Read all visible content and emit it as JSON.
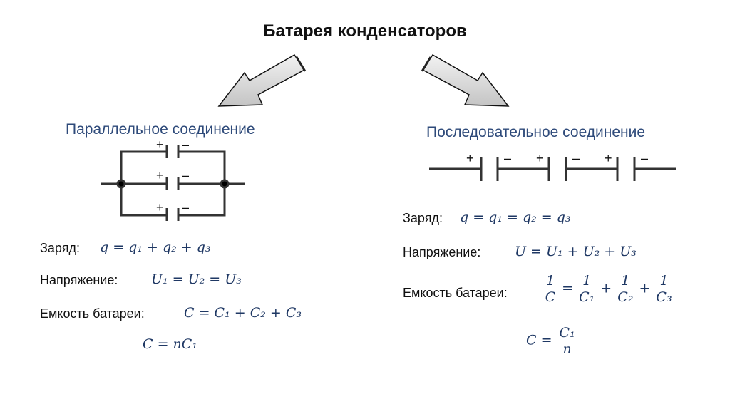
{
  "title": "Батарея конденсаторов",
  "parallel": {
    "heading": "Параллельное соединение",
    "charge_label": "Заряд:",
    "charge_formula": "q = q₁ + q₂ + q₃",
    "voltage_label": "Напряжение:",
    "voltage_formula": "U₁ = U₂ = U₃",
    "capacity_label": "Емкость батареи:",
    "capacity_formula": "C = C₁ + C₂ + C₃",
    "equal_formula": "C = nC₁",
    "plus": "+",
    "minus": "–"
  },
  "series": {
    "heading": "Последовательное соединение",
    "charge_label": "Заряд:",
    "charge_formula": "q = q₁ = q₂ = q₃",
    "voltage_label": "Напряжение:",
    "voltage_formula": "U = U₁ + U₂ + U₃",
    "capacity_label": "Емкость батареи:",
    "capacity_fracs": [
      {
        "num": "1",
        "den": "C"
      },
      {
        "num": "1",
        "den": "C₁"
      },
      {
        "num": "1",
        "den": "C₂"
      },
      {
        "num": "1",
        "den": "C₃"
      }
    ],
    "equal_lhs": "C =",
    "equal_num": "C₁",
    "equal_den": "n",
    "plus": "+",
    "minus": "–"
  }
}
